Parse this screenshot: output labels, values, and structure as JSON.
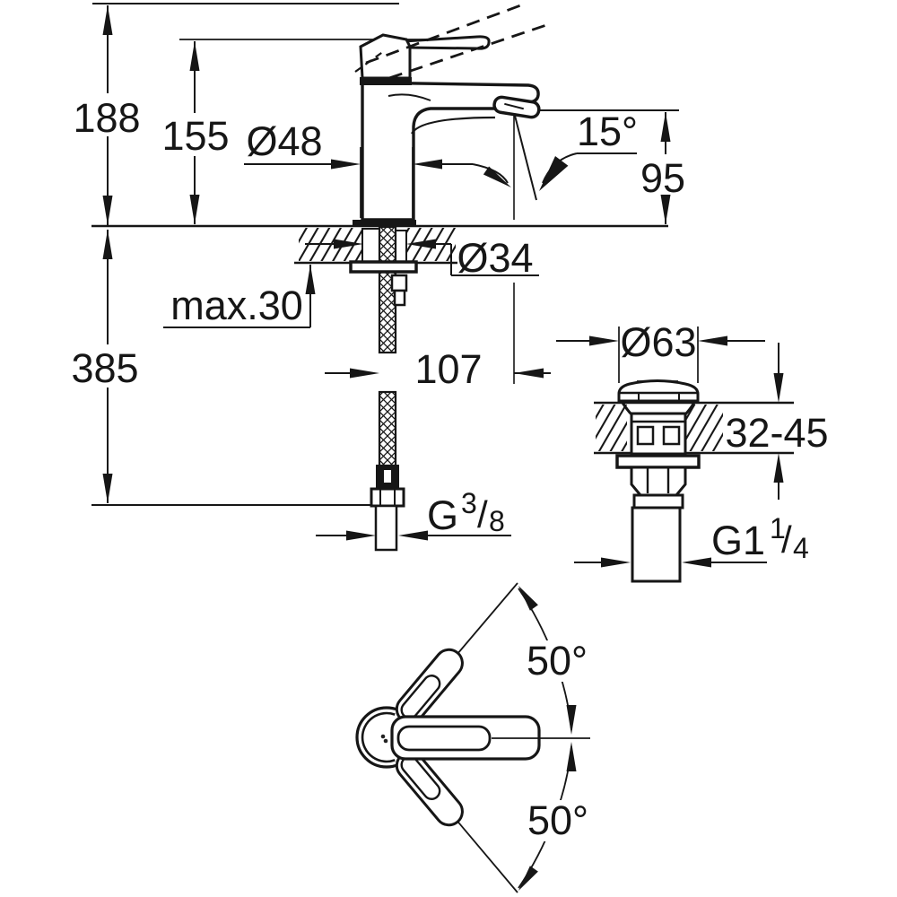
{
  "drawing": {
    "type": "technical-dimension-drawing",
    "subject": "single-lever basin mixer faucet with pop-up waste drain and handle swing top view",
    "colors": {
      "line": "#161616",
      "background": "#ffffff"
    }
  },
  "dims": {
    "overall_height": "188",
    "height_to_handle": "155",
    "body_diameter": "Ø48",
    "spout_angle": "15°",
    "spout_outlet_height": "95",
    "mounting_hole_diameter": "Ø34",
    "max_deck_thickness": "max.30",
    "hose_length": "385",
    "spout_reach": "107",
    "supply_thread": {
      "base": "G",
      "sup": "3",
      "slash": "/",
      "sub": "8"
    },
    "drain_cap_diameter": "Ø63",
    "drain_deck_range": "32-45",
    "drain_thread": {
      "base": "G1",
      "sup": "1",
      "slash": "/",
      "sub": "4"
    },
    "handle_swing_upper": "50°",
    "handle_swing_lower": "50°"
  }
}
